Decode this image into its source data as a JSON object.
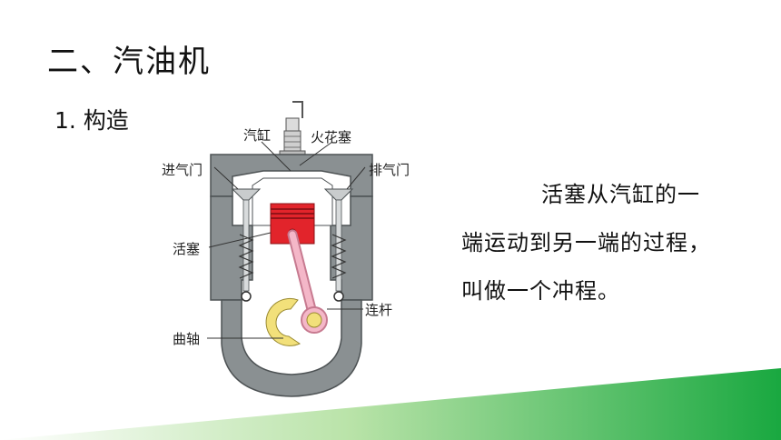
{
  "slide": {
    "title": "二、汽油机",
    "subtitle": "1. 构造",
    "description": {
      "line1": "活塞从汽缸的一",
      "line2": "端运动到另一端的过程，",
      "line3": "叫做一个冲程。"
    }
  },
  "diagram": {
    "labels": {
      "cylinder": "汽缸",
      "spark_plug": "火花塞",
      "intake_valve": "进气门",
      "exhaust_valve": "排气门",
      "piston": "活塞",
      "connecting_rod": "连杆",
      "crankshaft": "曲轴"
    },
    "colors": {
      "housing": "#8a9092",
      "housing_dark": "#5e6466",
      "piston": "#e2242b",
      "rod": "#f0a6b8",
      "crank": "#f2e07a",
      "chamber": "#ffffff"
    }
  },
  "decor": {
    "band_gradient": [
      "#ffffff",
      "#2fb14a"
    ]
  }
}
